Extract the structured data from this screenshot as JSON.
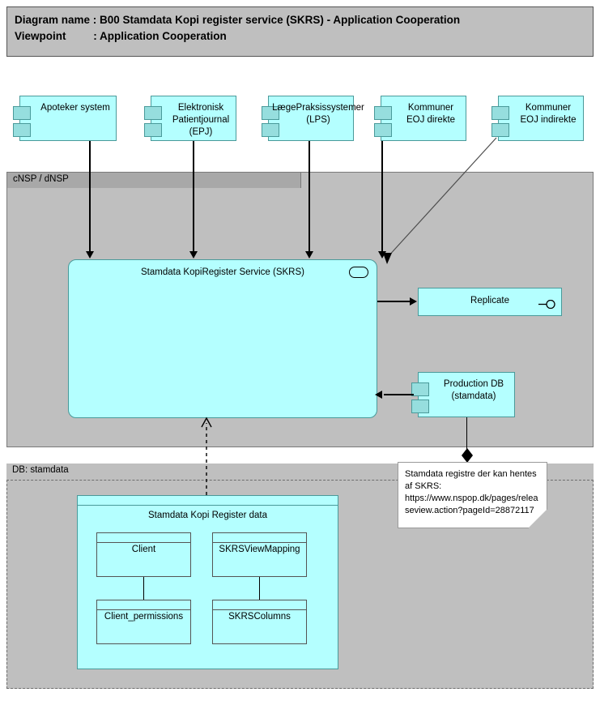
{
  "header": {
    "line1": "Diagram name : B00 Stamdata Kopi register service (SKRS) - Application Cooperation",
    "line2": "Viewpoint         : Application Cooperation"
  },
  "groups": {
    "nsp": {
      "label": "cNSP / dNSP"
    },
    "db": {
      "label": "DB: stamdata"
    }
  },
  "sources": [
    {
      "label": "Apoteker system",
      "name": "apoteker-system"
    },
    {
      "label": "Elektronisk Patientjournal (EPJ)",
      "name": "elektronisk-patientjournal"
    },
    {
      "label": "LægePraksissystemer (LPS)",
      "name": "laegepraksissystemer"
    },
    {
      "label": "Kommuner EOJ direkte",
      "name": "kommuner-eoj-direkte"
    },
    {
      "label": "Kommuner EOJ indirekte",
      "name": "kommuner-eoj-indirekte"
    }
  ],
  "service": {
    "label": "Stamdata KopiRegister Service (SKRS)",
    "icon": "application-service-icon"
  },
  "replicate": {
    "label": "Replicate",
    "icon": "application-interface-icon"
  },
  "production_db": {
    "label": "Production DB (stamdata)"
  },
  "note": {
    "text": "Stamdata registre der kan hentes af SKRS: https://www.nspop.dk/pages/releaseview.action?pageId=28872117"
  },
  "data_store": {
    "label": "Stamdata Kopi Register data",
    "tables": [
      {
        "label": "Client",
        "name": "table-client"
      },
      {
        "label": "SKRSViewMapping",
        "name": "table-skrsviewmapping"
      },
      {
        "label": "Client_permissions",
        "name": "table-client-permissions"
      },
      {
        "label": "SKRSColumns",
        "name": "table-skrscolumns"
      }
    ]
  },
  "colors": {
    "node_fill": "#b4ffff",
    "node_border": "#4a9a9a",
    "connector_fill": "#96dede",
    "group_fill": "#bfbfbf",
    "group_header": "#a8a8a8",
    "note_fill": "#ffffff",
    "line": "#000000"
  }
}
